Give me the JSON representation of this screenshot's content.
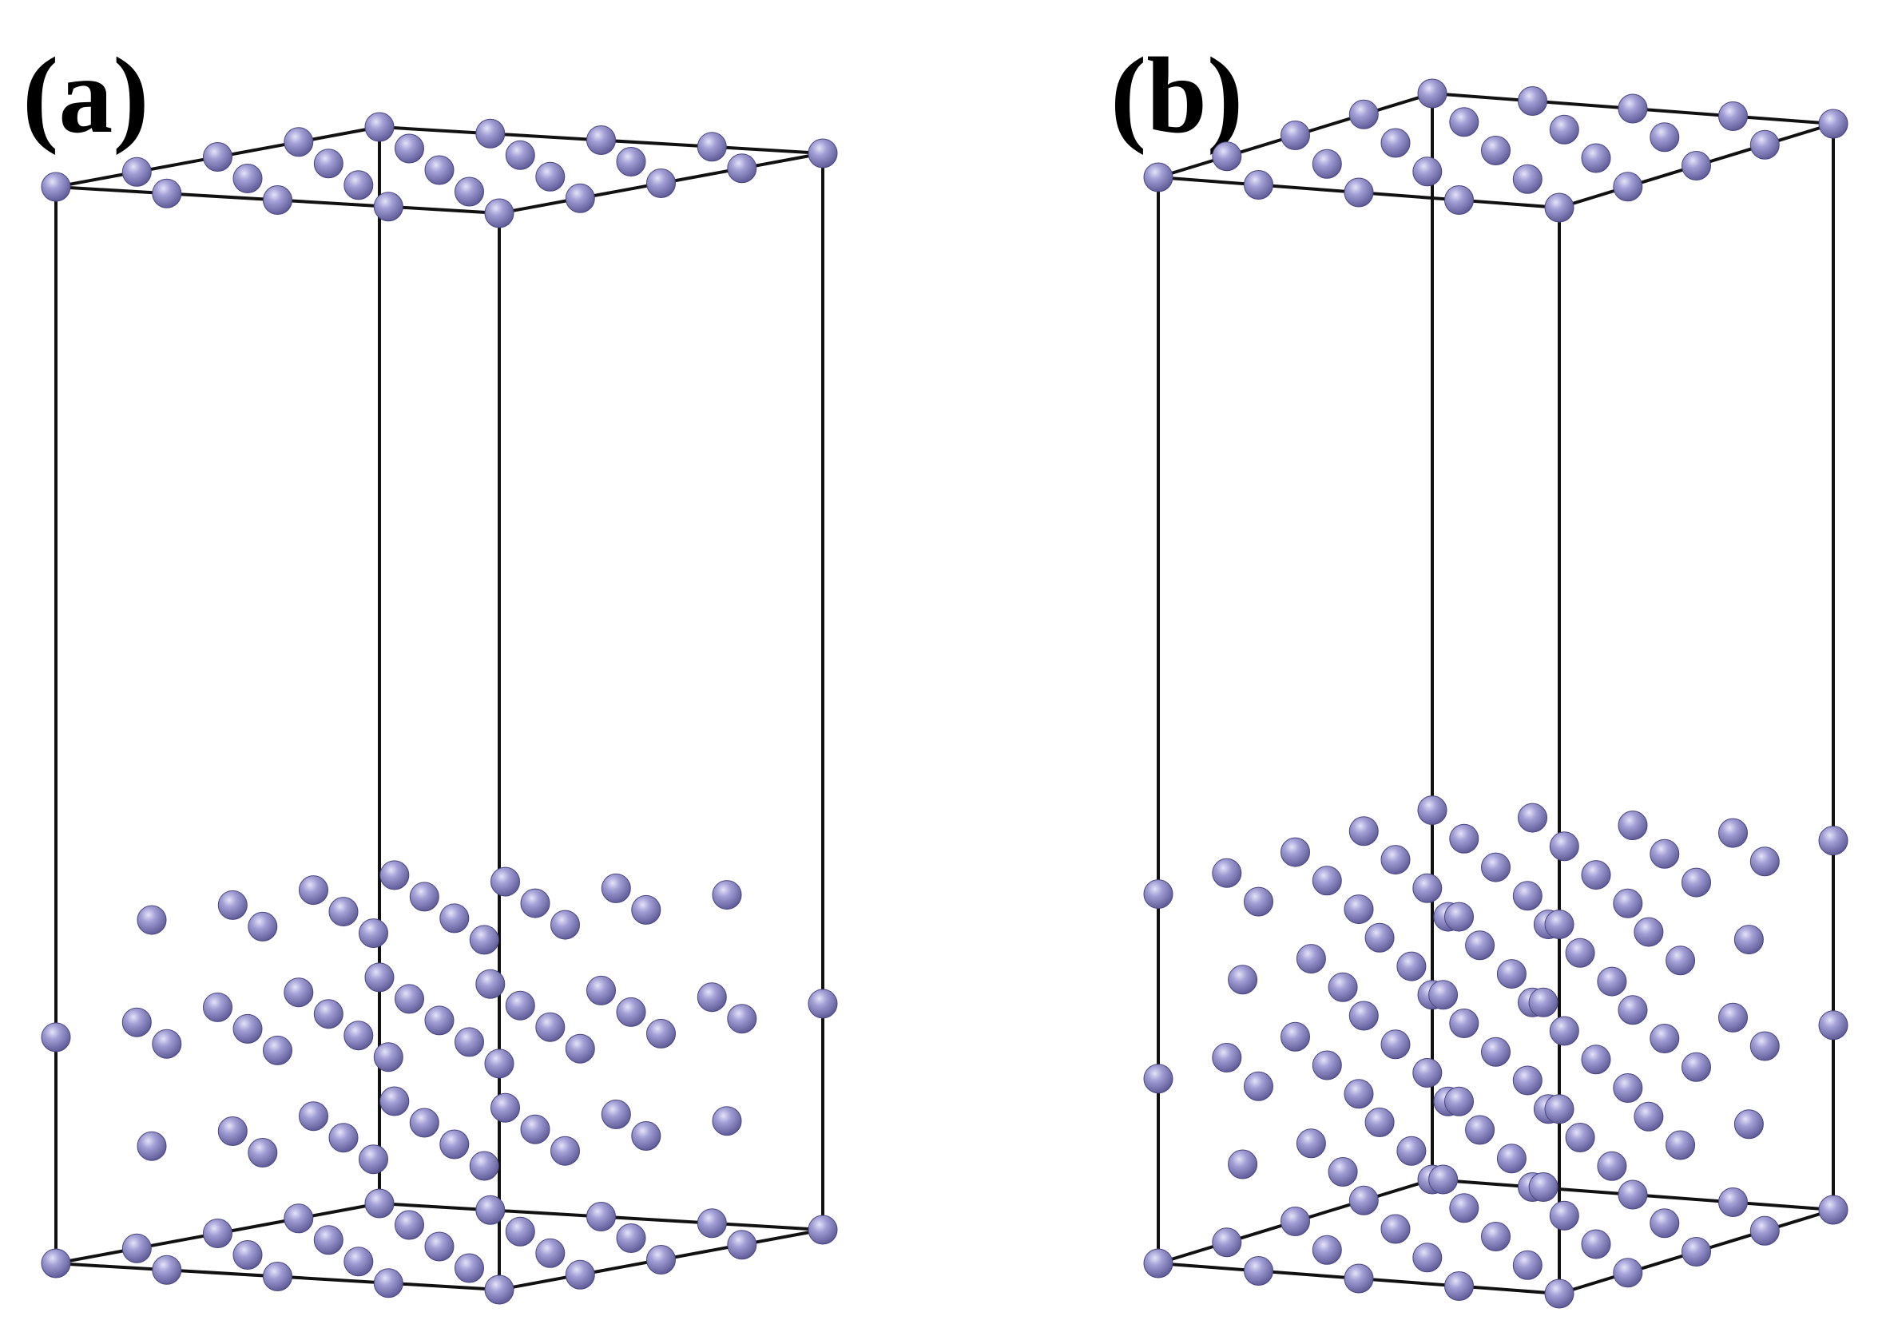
{
  "figure": {
    "panels": [
      {
        "id": "a",
        "label": "(a)"
      },
      {
        "id": "b",
        "label": "(b)"
      }
    ],
    "atom_color": "#8a87c6",
    "edge_color": "#111111"
  }
}
